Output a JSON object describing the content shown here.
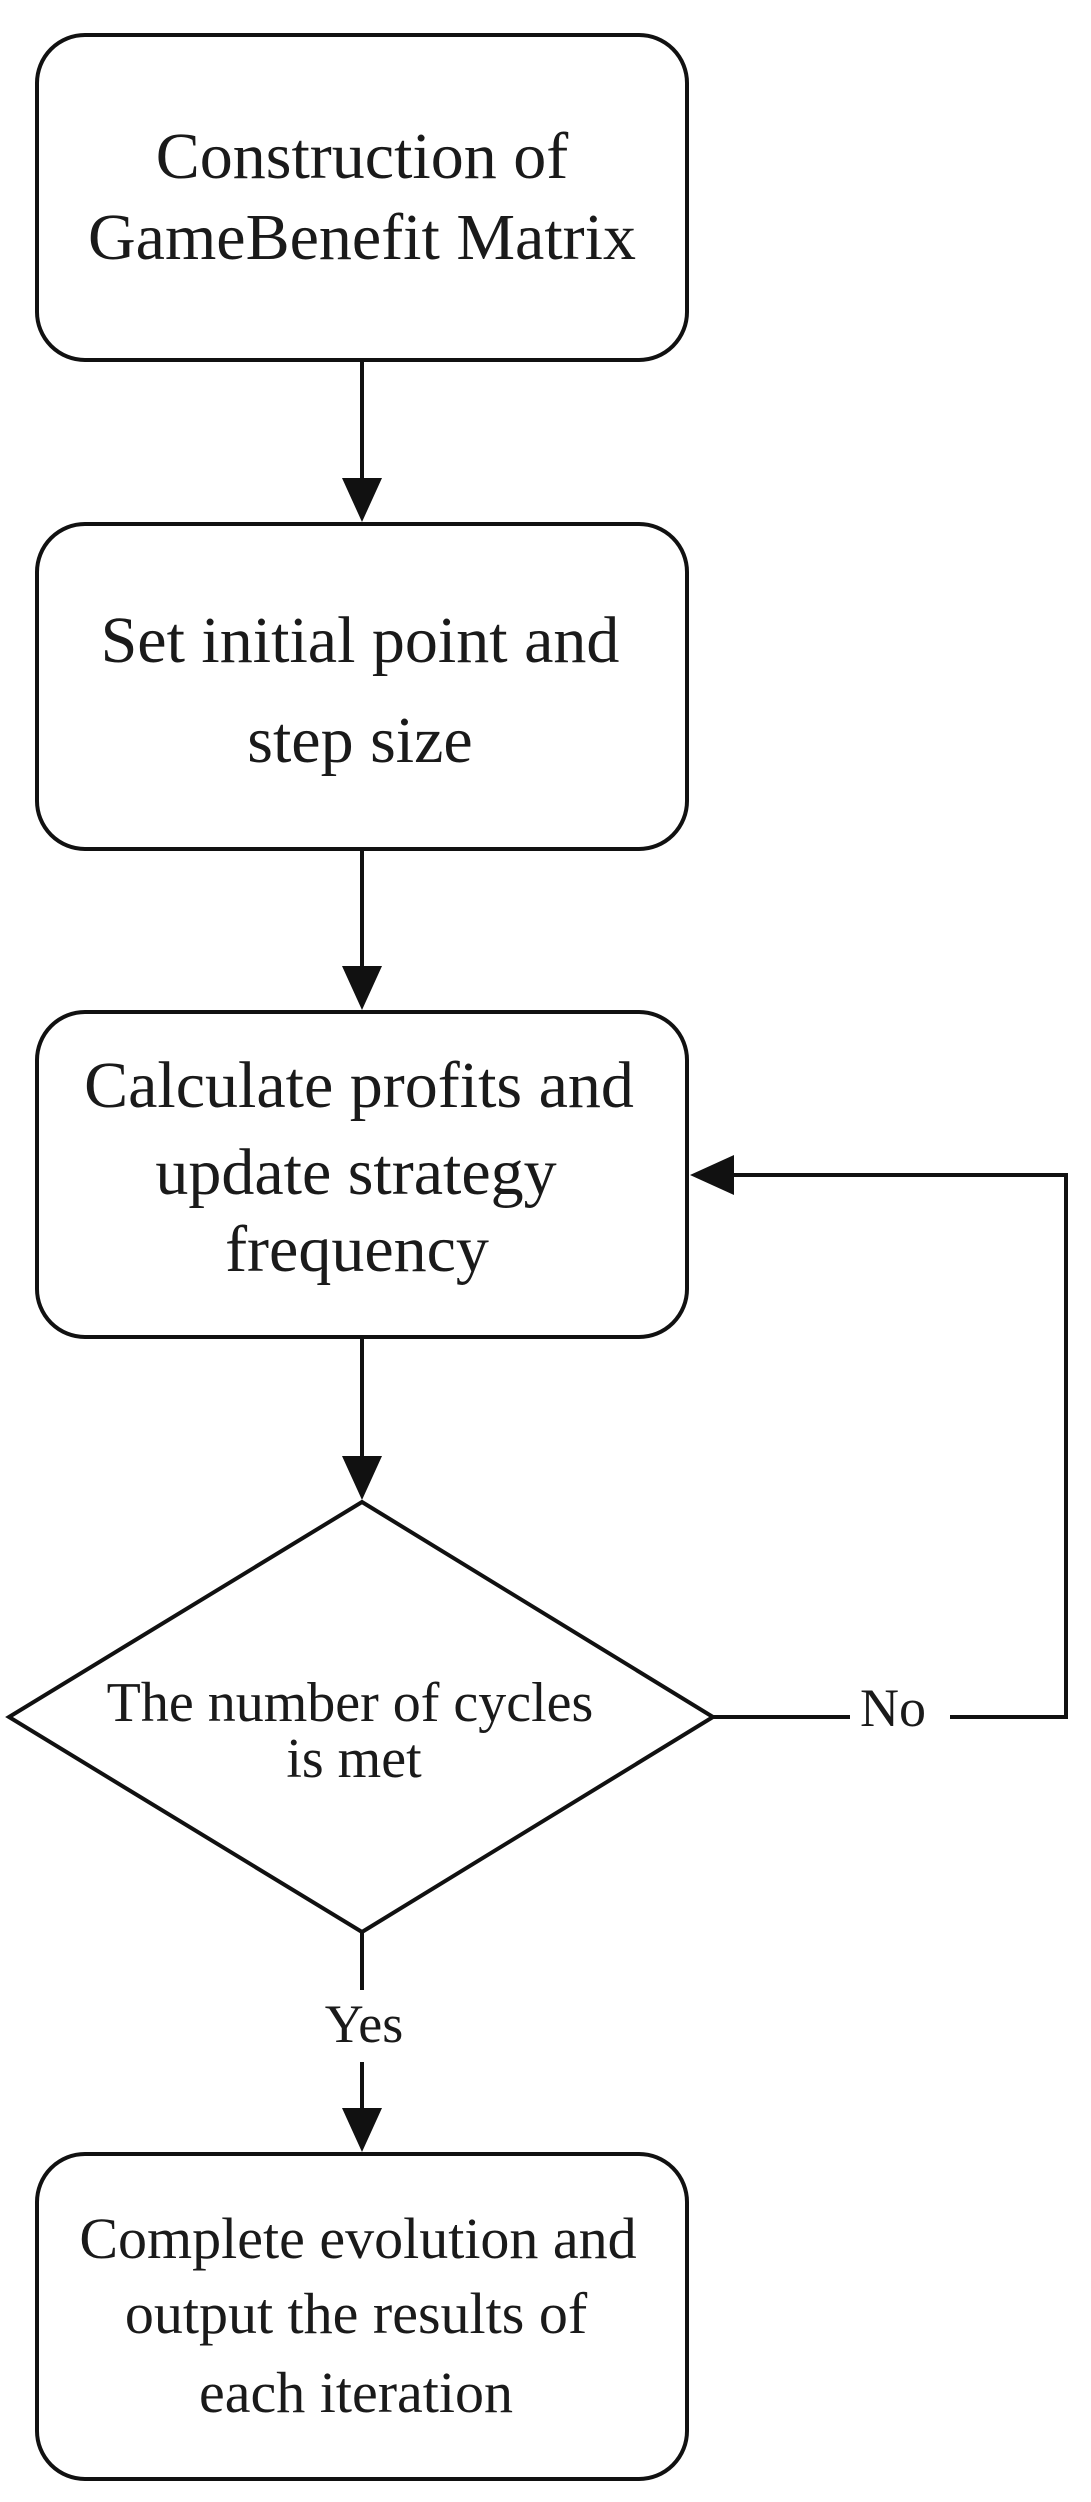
{
  "nodes": {
    "construct": {
      "lines": [
        "Construction of",
        "GameBenefit Matrix"
      ]
    },
    "init": {
      "lines": [
        "Set initial point and",
        "step size"
      ]
    },
    "calc": {
      "lines": [
        "Calculate profits and",
        "update strategy",
        "frequency"
      ]
    },
    "decision": {
      "lines": [
        "The number of cycles",
        "is met"
      ]
    },
    "complete": {
      "lines": [
        "Complete evolution and",
        "output the results of",
        "each iteration"
      ]
    }
  },
  "edges": {
    "no_label": "No",
    "yes_label": "Yes"
  }
}
